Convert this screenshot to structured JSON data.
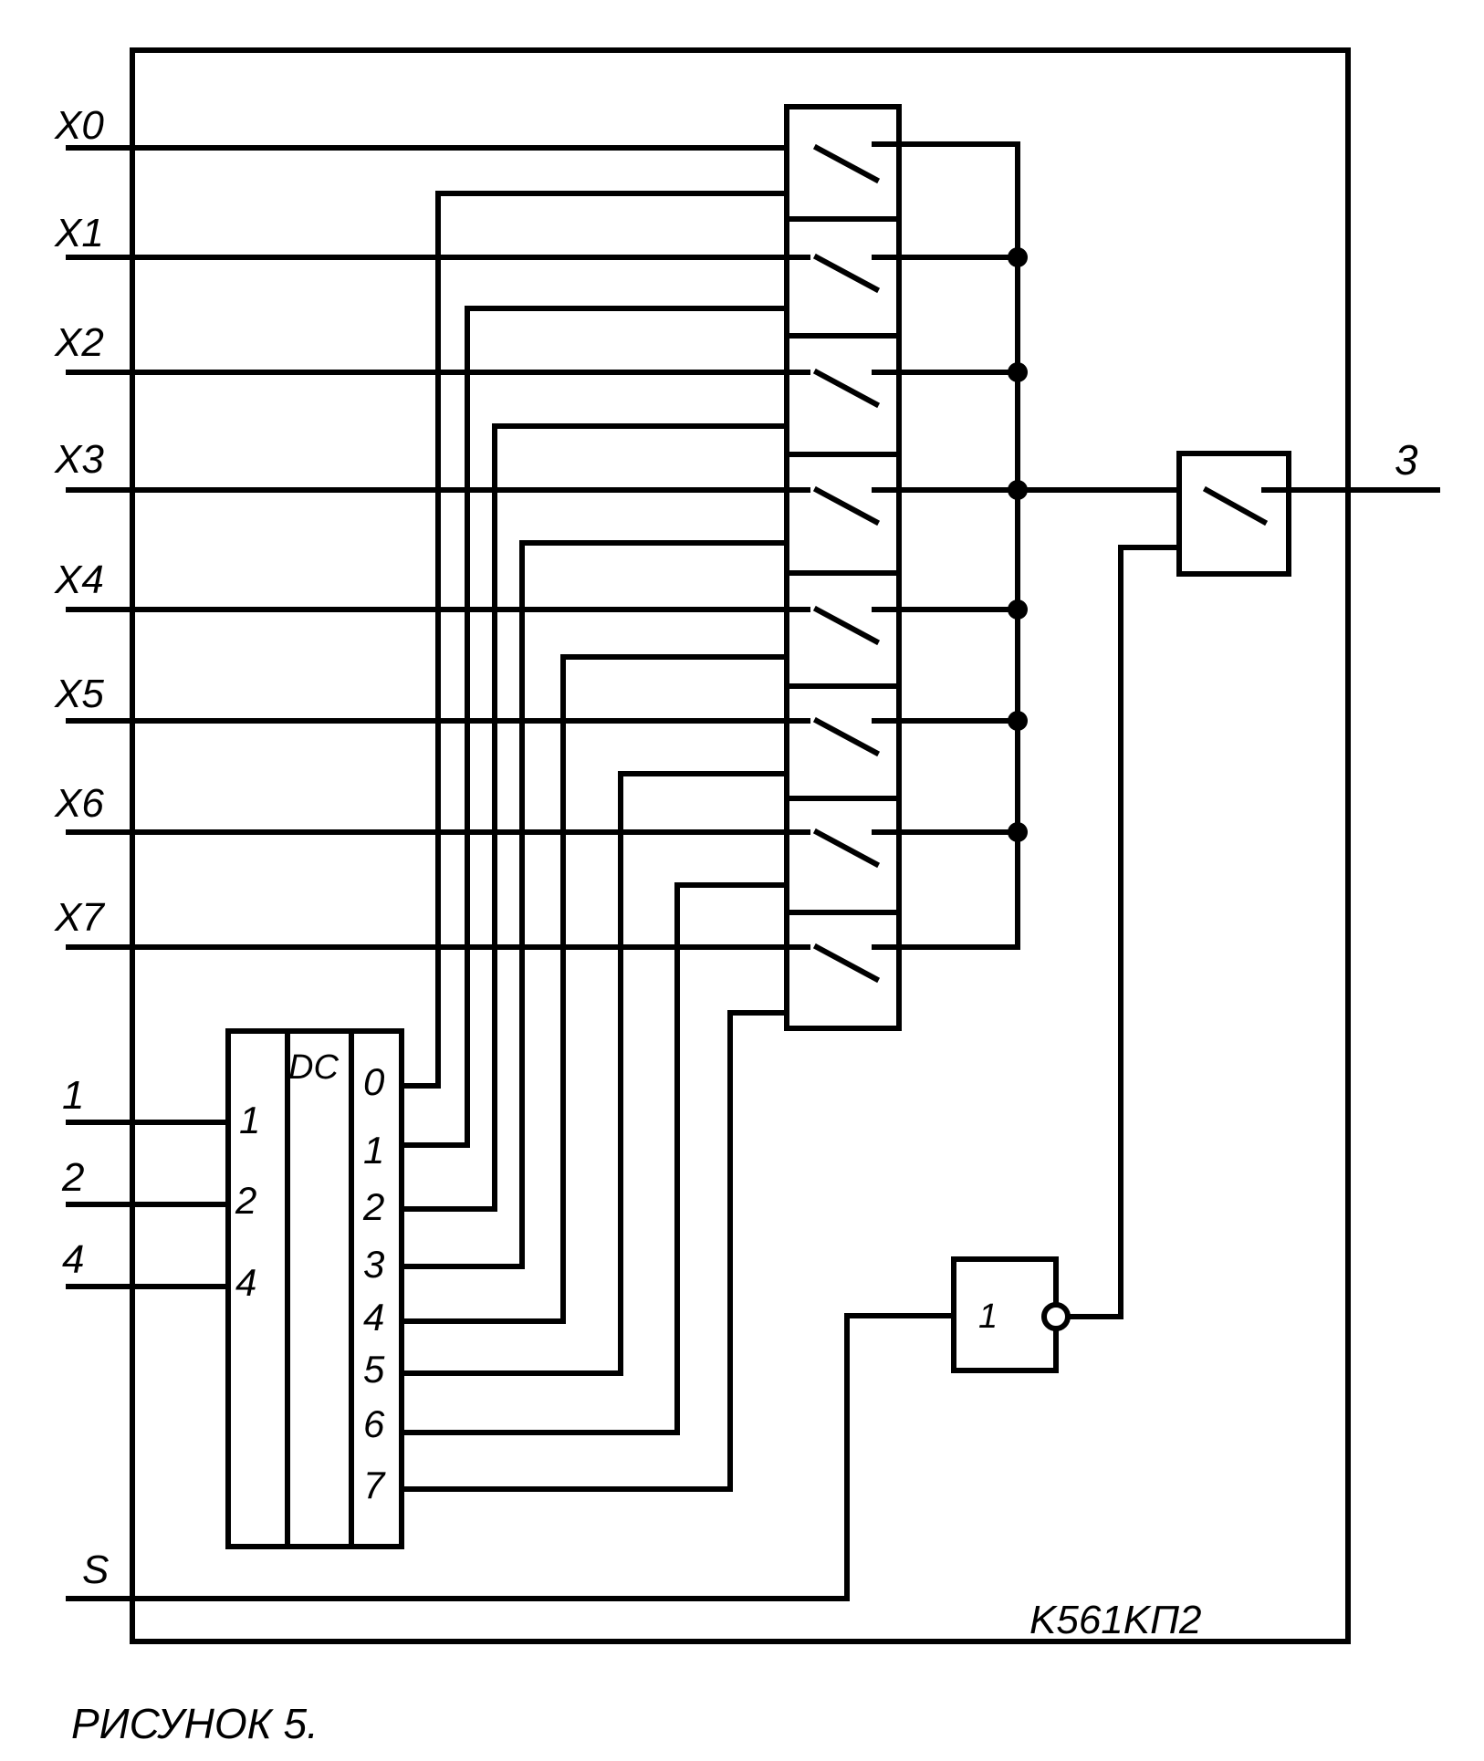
{
  "inputs": {
    "x0": "X0",
    "x1": "X1",
    "x2": "X2",
    "x3": "X3",
    "x4": "X4",
    "x5": "X5",
    "x6": "X6",
    "x7": "X7"
  },
  "address": {
    "a1": "1",
    "a2": "2",
    "a4": "4"
  },
  "strobe": "S",
  "output": "3",
  "decoder": {
    "title": "DC",
    "in": [
      "1",
      "2",
      "4"
    ],
    "out": [
      "0",
      "1",
      "2",
      "3",
      "4",
      "5",
      "6",
      "7"
    ]
  },
  "inverter": "1",
  "chip": "K561KП2",
  "caption": "РИСУНОК 5."
}
